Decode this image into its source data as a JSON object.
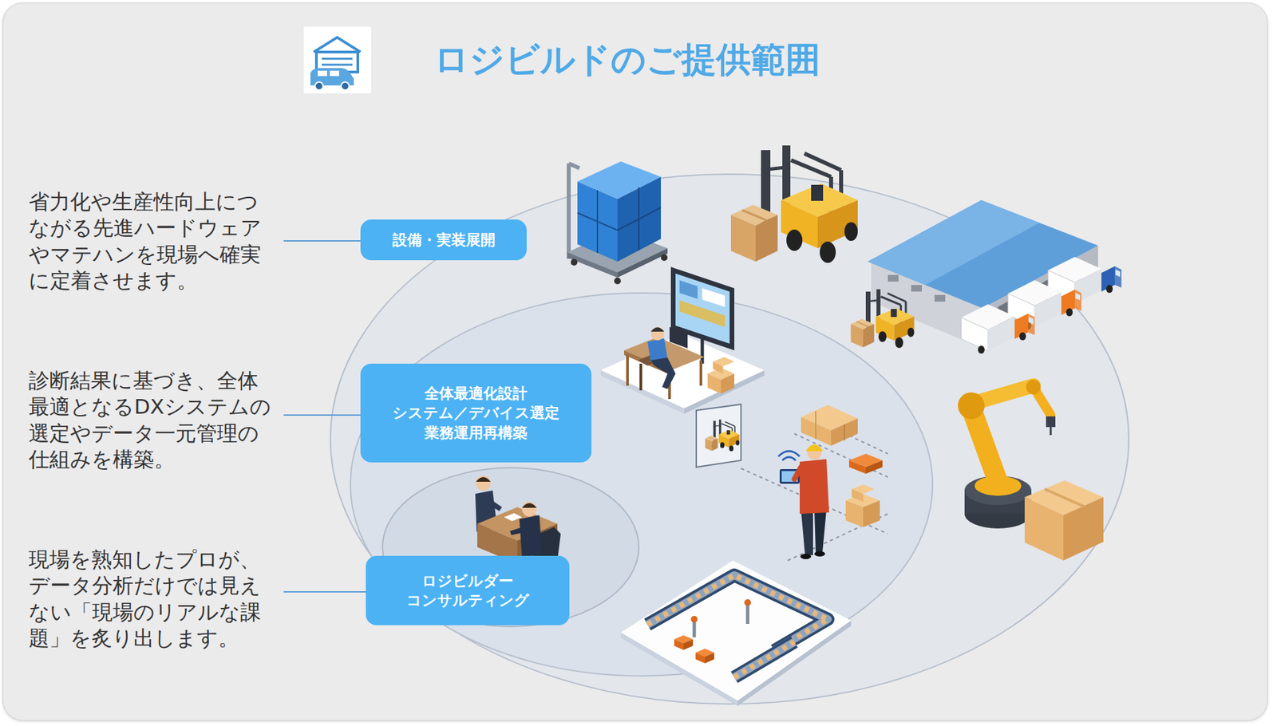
{
  "diagram": {
    "title": "ロジビルドのご提供範囲",
    "nodes": [
      {
        "text": [
          "設備・実装展開"
        ]
      },
      {
        "text": [
          "全体最適化設計",
          "システム／デバイス選定",
          "業務運用再構築"
        ]
      },
      {
        "text": [
          "ロジビルダー コンサルティング"
        ]
      }
    ],
    "labels": [
      "省力化や生産性向上につながる先進ハードウェアやマテハンを現場へ確実に定着させます。",
      "診断結果に基づき、全体最適となるDXシステムの選定やデータ一元管理の仕組みを構築。",
      "現場を熟知したプロが、データ分析だけでは見えない「現場のリアルな課題」を炙り出します。"
    ]
  }
}
